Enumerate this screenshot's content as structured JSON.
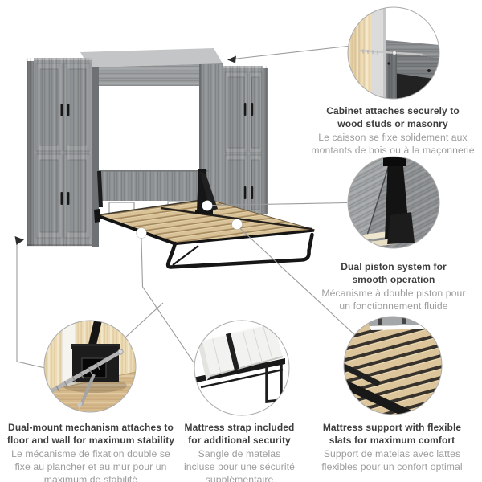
{
  "colors": {
    "cabinet_gray": "#95989a",
    "cabinet_gray_dark": "#75787a",
    "cabinet_gray_light": "#b5b7b8",
    "bed_slat_wood": "#d9c297",
    "frame_black": "#161616",
    "stud_beige": "#ecdbb4",
    "floor_tan": "#d7ba8c",
    "text_primary": "#3e3e3e",
    "text_secondary": "#9c9c9c",
    "connector_gray": "#9b9b9b"
  },
  "icons": {
    "callout_arrow": "filled-triangle-pointer",
    "callout_marker": "white-dot-anchor"
  },
  "callouts": [
    {
      "id": "cabinet-wall-mount",
      "en_lines": [
        "Cabinet attaches securely to",
        "wood studs or masonry"
      ],
      "fr_lines": [
        "Le caisson se fixe solidement aux",
        "montants de bois ou à la maçonnerie"
      ]
    },
    {
      "id": "dual-piston",
      "en_lines": [
        "Dual piston system for",
        "smooth operation"
      ],
      "fr_lines": [
        "Mécanisme à double piston pour",
        "un fonctionnement fluide"
      ]
    },
    {
      "id": "dual-mount",
      "en_lines": [
        "Dual-mount mechanism attaches to",
        "floor and wall for maximum stability"
      ],
      "fr_lines": [
        "Le mécanisme de fixation double se",
        "fixe au plancher et au mur pour un",
        "maximum de stabilité"
      ]
    },
    {
      "id": "mattress-strap",
      "en_lines": [
        "Mattress strap included",
        "for additional security"
      ],
      "fr_lines": [
        "Sangle de matelas",
        "incluse pour une sécurité",
        "supplémentaire"
      ]
    },
    {
      "id": "mattress-support",
      "en_lines": [
        "Mattress support with flexible",
        "slats for maximum comfort"
      ],
      "fr_lines": [
        "Support de matelas avec lattes",
        "flexibles pour un confort optimal"
      ]
    }
  ]
}
